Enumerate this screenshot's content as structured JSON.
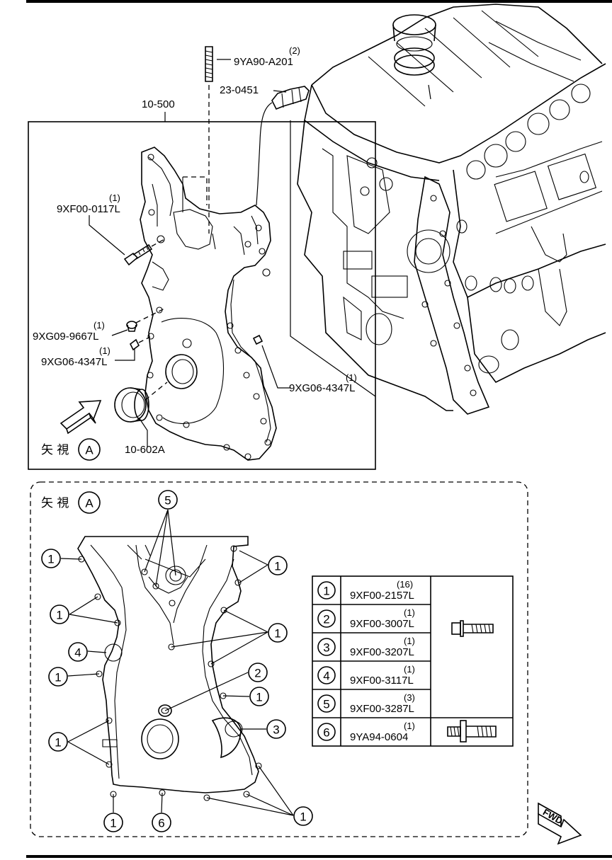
{
  "upper_view": {
    "assembly_label": "10-500",
    "callouts": [
      {
        "part": "9YA90-A201",
        "qty": "(2)"
      },
      {
        "part": "23-0451",
        "qty": ""
      },
      {
        "part": "9XF00-0117L",
        "qty": "(1)"
      },
      {
        "part": "9XG09-9667L",
        "qty": "(1)"
      },
      {
        "part": "9XG06-4347L",
        "qty": "(1)"
      },
      {
        "part": "9XG06-4347L",
        "qty": "(1)"
      },
      {
        "part": "10-602A",
        "qty": ""
      }
    ],
    "view_marker": {
      "text": "矢 視",
      "letter": "A"
    }
  },
  "detail_view": {
    "title": {
      "text": "矢 視",
      "letter": "A"
    },
    "callout_numbers": [
      "5",
      "1",
      "1",
      "1",
      "1",
      "4",
      "1",
      "2",
      "1",
      "1",
      "3",
      "1",
      "6",
      "1"
    ]
  },
  "legend": [
    {
      "num": "1",
      "part": "9XF00-2157L",
      "qty": "(16)"
    },
    {
      "num": "2",
      "part": "9XF00-3007L",
      "qty": "(1)"
    },
    {
      "num": "3",
      "part": "9XF00-3207L",
      "qty": "(1)"
    },
    {
      "num": "4",
      "part": "9XF00-3117L",
      "qty": "(1)"
    },
    {
      "num": "5",
      "part": "9XF00-3287L",
      "qty": "(3)"
    },
    {
      "num": "6",
      "part": "9YA94-0604",
      "qty": "(1)"
    }
  ],
  "fwd_label": "FWD",
  "icons": {
    "bolt": "flange-bolt-icon",
    "stud": "stud-bolt-icon",
    "arrow": "view-arrow-icon"
  }
}
